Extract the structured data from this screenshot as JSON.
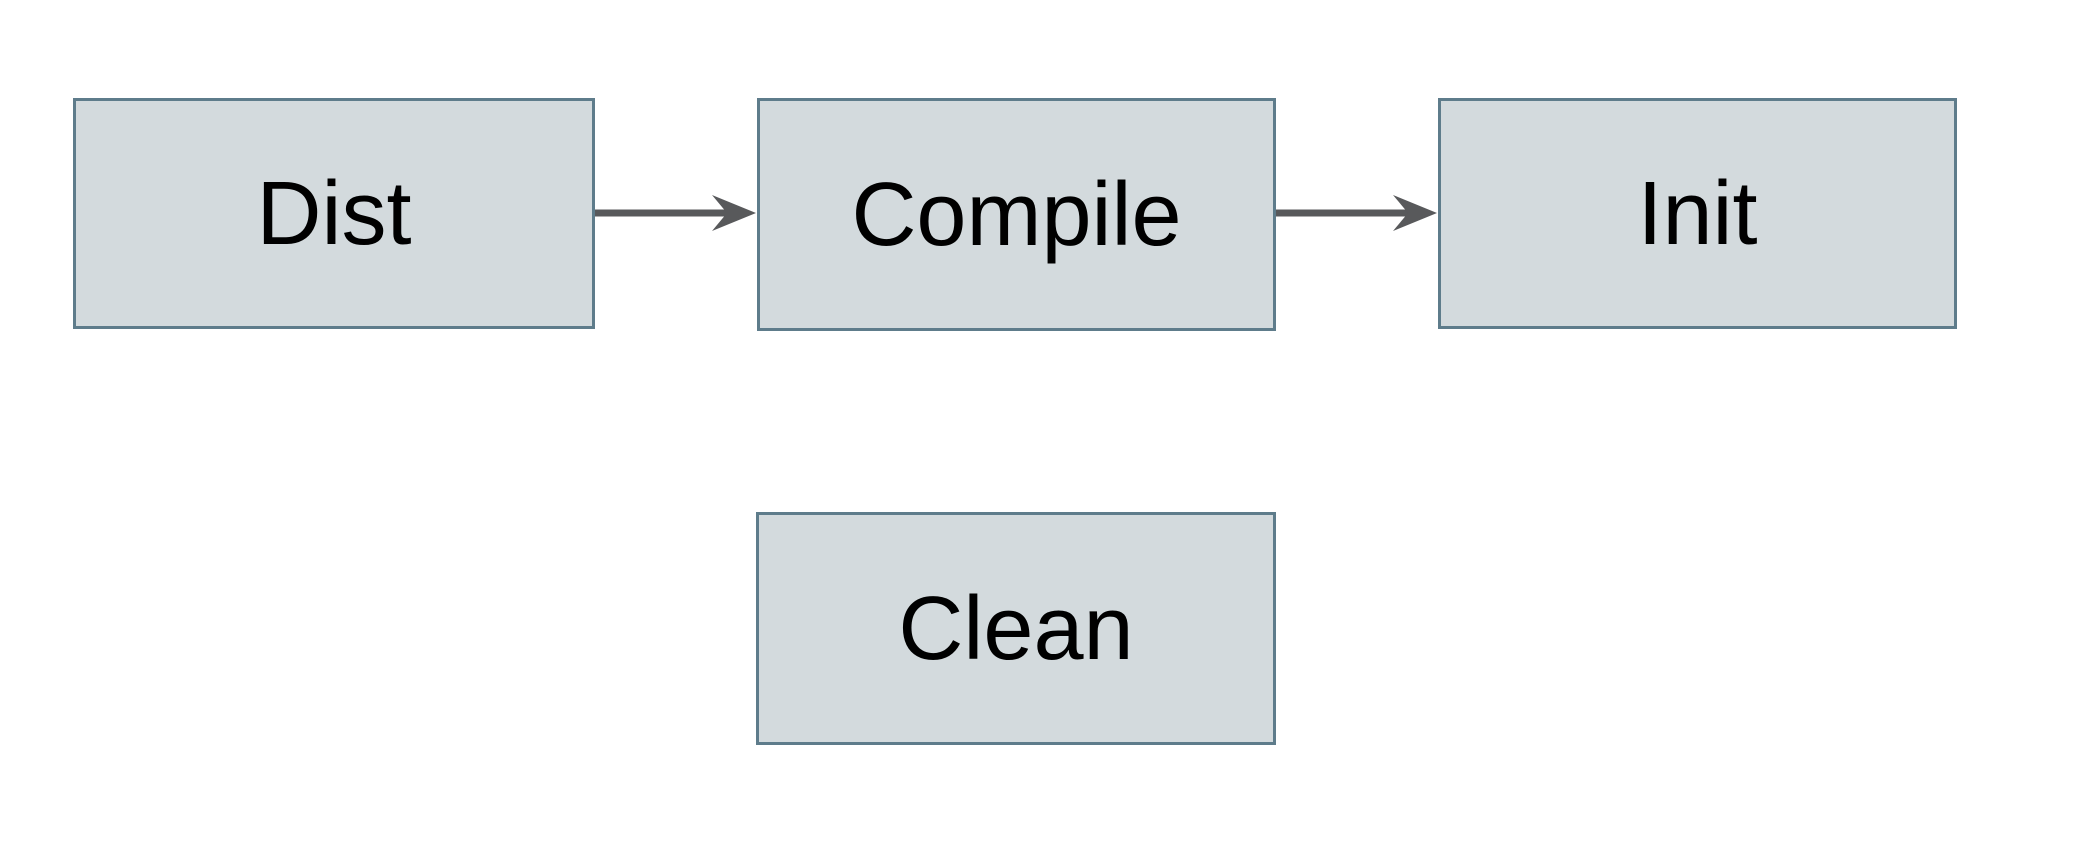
{
  "diagram": {
    "nodes": [
      {
        "id": "dist",
        "label": "Dist"
      },
      {
        "id": "compile",
        "label": "Compile"
      },
      {
        "id": "init",
        "label": "Init"
      },
      {
        "id": "clean",
        "label": "Clean"
      }
    ],
    "edges": [
      {
        "from": "dist",
        "to": "compile"
      },
      {
        "from": "compile",
        "to": "init"
      }
    ],
    "colors": {
      "background": "#ffffff",
      "node_fill": "#d3dadd",
      "node_border": "#5e7c8b",
      "arrow": "#58595b",
      "label_text": "#000000"
    }
  }
}
